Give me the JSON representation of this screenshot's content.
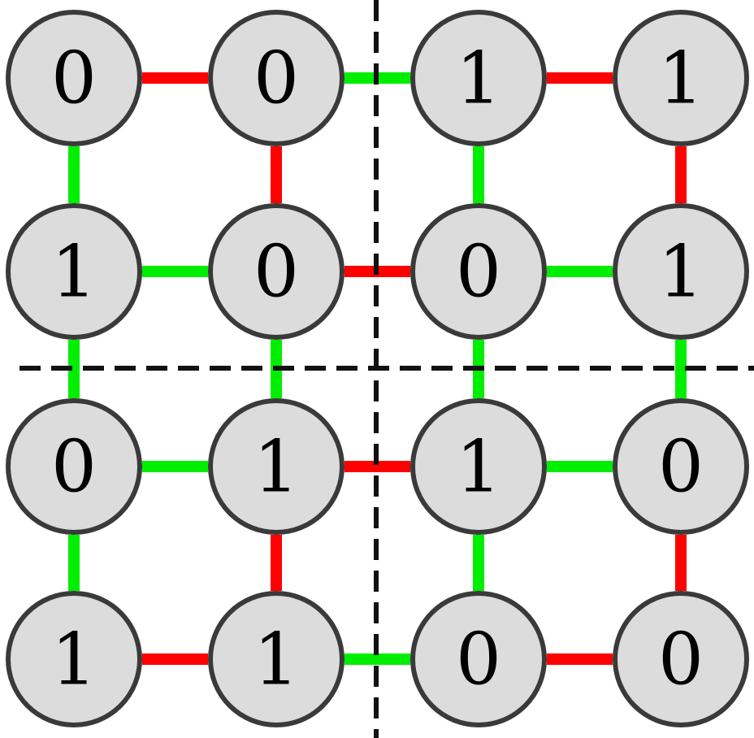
{
  "grid": {
    "rows": 4,
    "cols": 4,
    "node_values": [
      [
        "0",
        "0",
        "1",
        "1"
      ],
      [
        "1",
        "0",
        "0",
        "1"
      ],
      [
        "0",
        "1",
        "1",
        "0"
      ],
      [
        "1",
        "1",
        "0",
        "0"
      ]
    ]
  },
  "edges": {
    "horizontal": [
      [
        "red",
        "green",
        "red"
      ],
      [
        "green",
        "red",
        "green"
      ],
      [
        "green",
        "red",
        "green"
      ],
      [
        "red",
        "green",
        "red"
      ]
    ],
    "vertical": [
      [
        "green",
        "red",
        "green",
        "red"
      ],
      [
        "green",
        "green",
        "green",
        "green"
      ],
      [
        "green",
        "red",
        "green",
        "red"
      ]
    ]
  },
  "dividers": {
    "vertical_between_cols": 2,
    "horizontal_between_rows": 2,
    "style": "dashed"
  },
  "colors": {
    "node_fill": "#dcdcdc",
    "node_stroke": "#3a3a3a",
    "text": "#000000",
    "edge_red": "#ff0000",
    "edge_green": "#00ee00",
    "divider": "#111111",
    "background": "#ffffff"
  }
}
